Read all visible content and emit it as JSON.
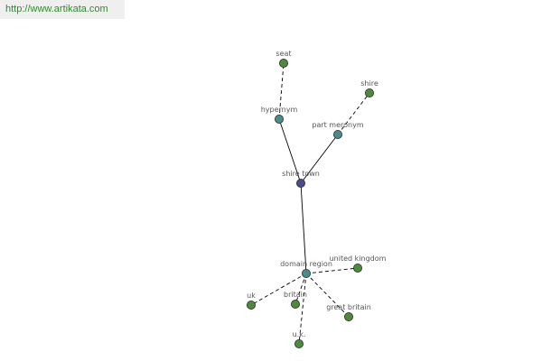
{
  "banner": {
    "url": "http://www.artikata.com"
  },
  "colors": {
    "center_node": "#4b4b8f",
    "relation_node": "#4a8c8c",
    "leaf_node": "#4f8a3c",
    "edge": "#000000",
    "label": "#555555",
    "banner_text": "#2e8b2e"
  },
  "graph": {
    "center": "shire town",
    "relations": [
      {
        "label": "hypernym",
        "terms": [
          "seat"
        ]
      },
      {
        "label": "part meronym",
        "terms": [
          "shire"
        ]
      },
      {
        "label": "domain region",
        "terms": [
          "united kingdom",
          "uk",
          "britain",
          "great britain",
          "u.k."
        ]
      }
    ]
  }
}
